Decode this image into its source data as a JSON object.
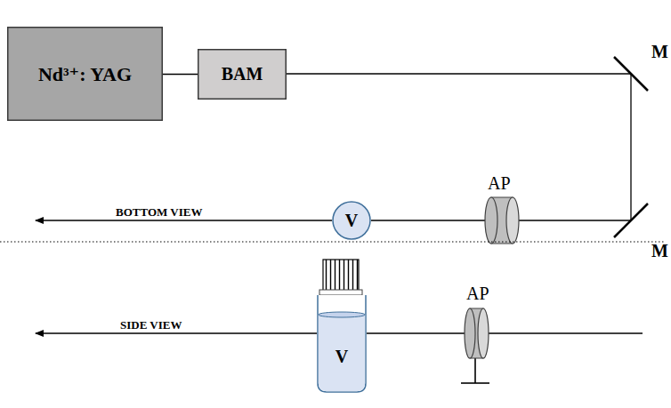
{
  "diagram": {
    "nodes": [
      {
        "text": [
          "Nd³⁺: YAG"
        ]
      },
      {
        "text": [
          "BAM"
        ]
      },
      {
        "text": [
          "V"
        ]
      },
      {
        "text": [
          "V"
        ]
      }
    ],
    "edges": [
      {
        "from": 0,
        "to": 1,
        "arrow": "none"
      }
    ],
    "labels": [
      "M",
      "M",
      "AP",
      "AP",
      "BOTTOM VIEW",
      "SIDE VIEW"
    ]
  }
}
